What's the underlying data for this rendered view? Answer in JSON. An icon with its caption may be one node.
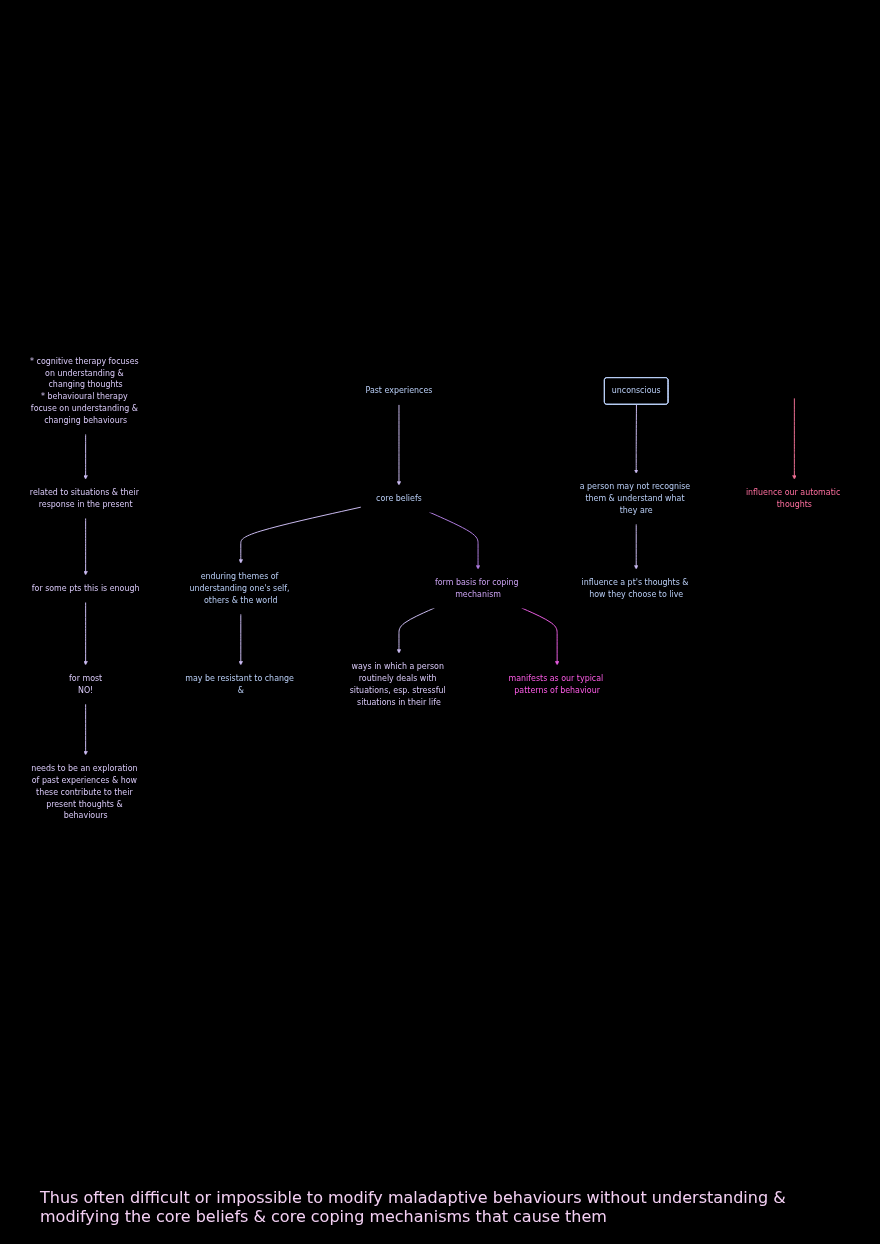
{
  "diagram": {
    "nodes": [
      {
        "text": [
          "* cognitive therapy focuses on understanding & changing thoughts",
          "* behavioural therapy focuse on understanding & changing behaviours"
        ]
      },
      {
        "text": [
          "related to situations & their response in the present"
        ]
      },
      {
        "text": [
          "for some pts this is enough"
        ]
      },
      {
        "text": [
          "for most",
          "NO!"
        ]
      },
      {
        "text": [
          "needs to be an exploration of past experiences & how these contribute to their present thoughts & behaviours"
        ]
      },
      {
        "text": [
          "Past experiences"
        ]
      },
      {
        "text": [
          "core beliefs"
        ]
      },
      {
        "text": [
          "enduring themes of understanding one's self, others & the world"
        ]
      },
      {
        "text": [
          "may be resistant to change &"
        ]
      },
      {
        "text": [
          "unconscious"
        ]
      },
      {
        "text": [
          "a person may not recognise them & understand what they are"
        ]
      },
      {
        "text": [
          "influence a pt's thoughts & how they choose to live"
        ]
      },
      {
        "text": [
          "form basis for coping mechanism"
        ]
      },
      {
        "text": [
          "ways in which a person routinely deals with situations, esp. stressful situations in their life"
        ]
      },
      {
        "text": [
          "manifests as our typical patterns of behaviour"
        ]
      },
      {
        "text": [
          "influence our automatic thoughts"
        ]
      }
    ],
    "edges": [
      {
        "from": 0,
        "to": 1,
        "arrow": "to"
      },
      {
        "from": 1,
        "to": 2,
        "arrow": "to"
      },
      {
        "from": 2,
        "to": 3,
        "arrow": "to"
      },
      {
        "from": 3,
        "to": 4,
        "arrow": "to"
      },
      {
        "from": 5,
        "to": 6,
        "arrow": "to"
      },
      {
        "from": 6,
        "to": 7,
        "arrow": "to"
      },
      {
        "from": 7,
        "to": 8,
        "arrow": "to"
      },
      {
        "from": 9,
        "to": 10,
        "arrow": "to"
      },
      {
        "from": 10,
        "to": 11,
        "arrow": "to"
      },
      {
        "from": 6,
        "to": 12,
        "arrow": "to",
        "color": "#b07de0"
      },
      {
        "from": 12,
        "to": 13,
        "arrow": "to"
      },
      {
        "from": 12,
        "to": 14,
        "arrow": "to",
        "color": "#e85ce0"
      },
      {
        "from": null,
        "to": 15,
        "arrow": "to",
        "color": "#ee6f93"
      }
    ],
    "labels": [
      "Thus often difficult or impossible to modify maladaptive behaviours without understanding & modifying the core beliefs & core coping mechanisms that cause them"
    ]
  }
}
